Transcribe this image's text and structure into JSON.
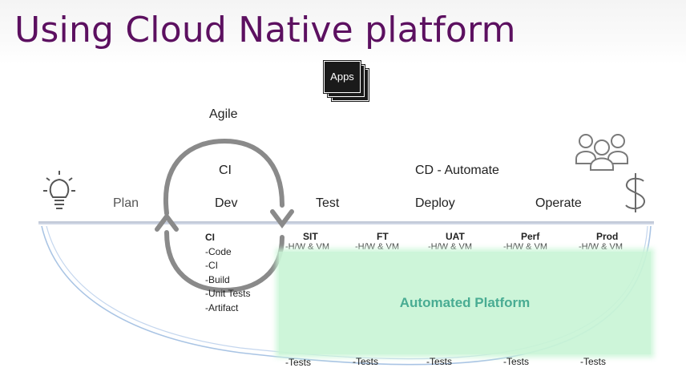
{
  "title": "Using Cloud Native platform",
  "apps_label": "Apps",
  "agile_label": "Agile",
  "ci_label": "CI",
  "cd_label": "CD - Automate",
  "stages": [
    "Plan",
    "Dev",
    "Test",
    "Deploy",
    "Operate"
  ],
  "ci_steps": {
    "heading": "CI",
    "items": [
      "-Code",
      "-CI",
      "-Build",
      "-Unit Tests",
      "-Artifact"
    ]
  },
  "environments": [
    {
      "name": "SIT",
      "sub": "-H/W & VM",
      "tests": "-Tests"
    },
    {
      "name": "FT",
      "sub": "-H/W & VM",
      "tests": "-Tests"
    },
    {
      "name": "UAT",
      "sub": "-H/W & VM",
      "tests": "-Tests"
    },
    {
      "name": "Perf",
      "sub": "-H/W & VM",
      "tests": "-Tests"
    },
    {
      "name": "Prod",
      "sub": "-H/W & VM",
      "tests": "-Tests"
    }
  ],
  "automated_platform_label": "Automated Platform",
  "colors": {
    "title": "#5c1060",
    "automated_box": "#c9f5d6",
    "automated_text": "#3aa58a",
    "cycle_arrow": "#8a8a8a"
  },
  "icons": [
    "lightbulb-icon",
    "people-icon",
    "dollar-icon",
    "apps-stack-icon"
  ]
}
